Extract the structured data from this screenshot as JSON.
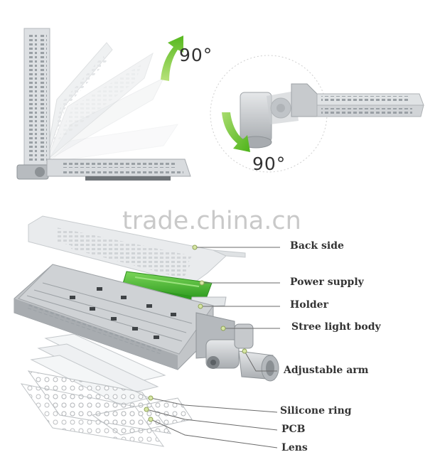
{
  "rotation": {
    "vertical_angle": "90°",
    "horizontal_angle": "90°",
    "arrow_color": "#7ed321"
  },
  "watermark": {
    "text": "trade.china.cn"
  },
  "parts": [
    {
      "id": "back-side",
      "label": "Back side"
    },
    {
      "id": "power-supply",
      "label": "Power supply"
    },
    {
      "id": "holder",
      "label": "Holder"
    },
    {
      "id": "street-light-body",
      "label": "Stree light body"
    },
    {
      "id": "adjustable-arm",
      "label": "Adjustable arm"
    },
    {
      "id": "silicone-ring",
      "label": "Silicone ring"
    },
    {
      "id": "pcb",
      "label": "PCB"
    },
    {
      "id": "lens",
      "label": "Lens"
    }
  ],
  "colors": {
    "housing": "#b9bcbf",
    "housing_light": "#dfe1e3",
    "power_supply": "#3fb52b",
    "leader_line": "#6a6a6a",
    "leader_dot": "#d7e6a6"
  }
}
